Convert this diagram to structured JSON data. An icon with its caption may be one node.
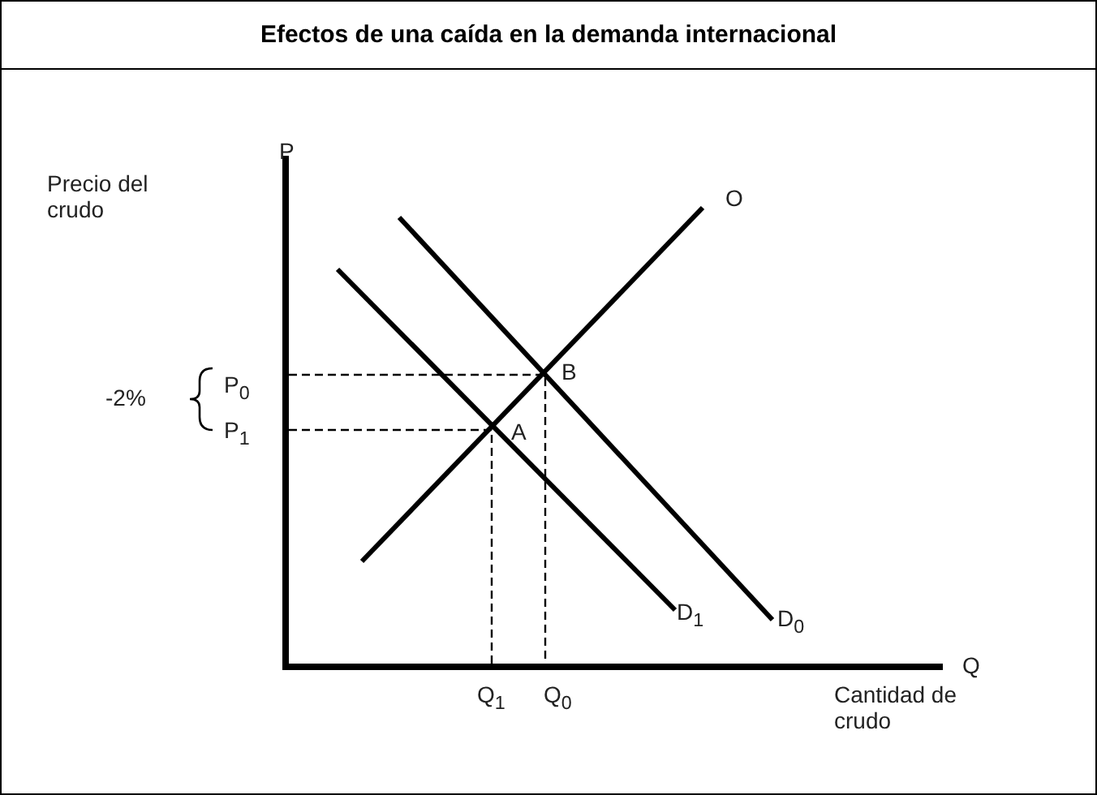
{
  "diagram": {
    "title": "Efectos de una caída en la demanda internacional",
    "labels": [
      "P",
      "Precio del crudo",
      "O",
      "-2%",
      "P$_{0}$",
      "P$_{1}$",
      "B",
      "A",
      "D$_{1}$",
      "D$_{0}$",
      "Q",
      "Q$_{1}$",
      "Q$_{0}$",
      "Cantidad de crudo"
    ]
  }
}
